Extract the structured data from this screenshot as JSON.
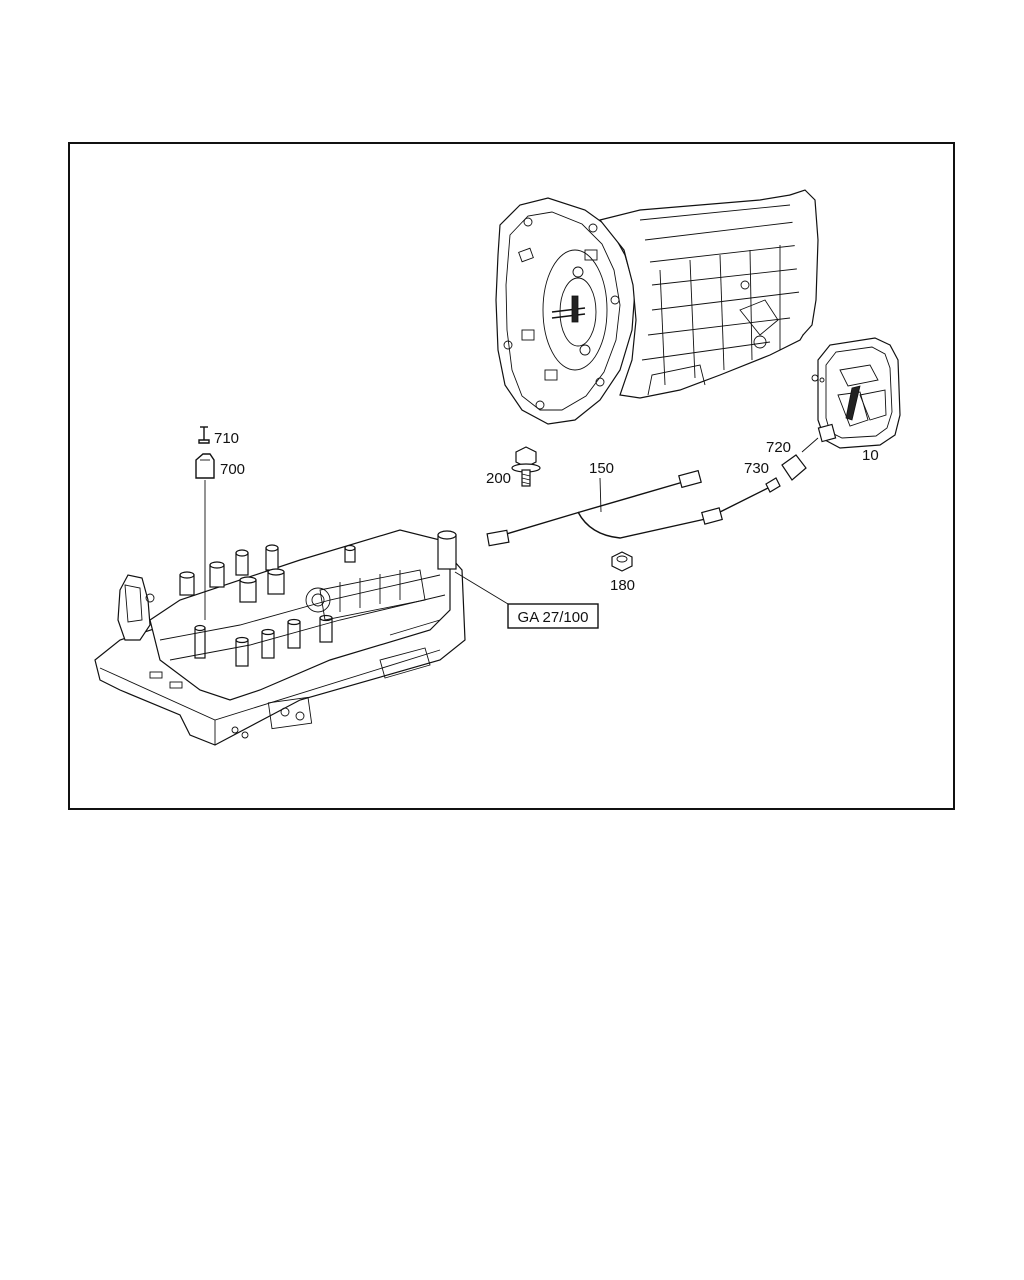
{
  "callouts": {
    "p710": "710",
    "p700": "700",
    "p200": "200",
    "p150": "150",
    "p180": "180",
    "p720": "720",
    "p730": "730",
    "p10": "10",
    "ref": "GA 27/100"
  },
  "icons": {
    "p710": "pin-icon",
    "p700": "connector-icon"
  }
}
